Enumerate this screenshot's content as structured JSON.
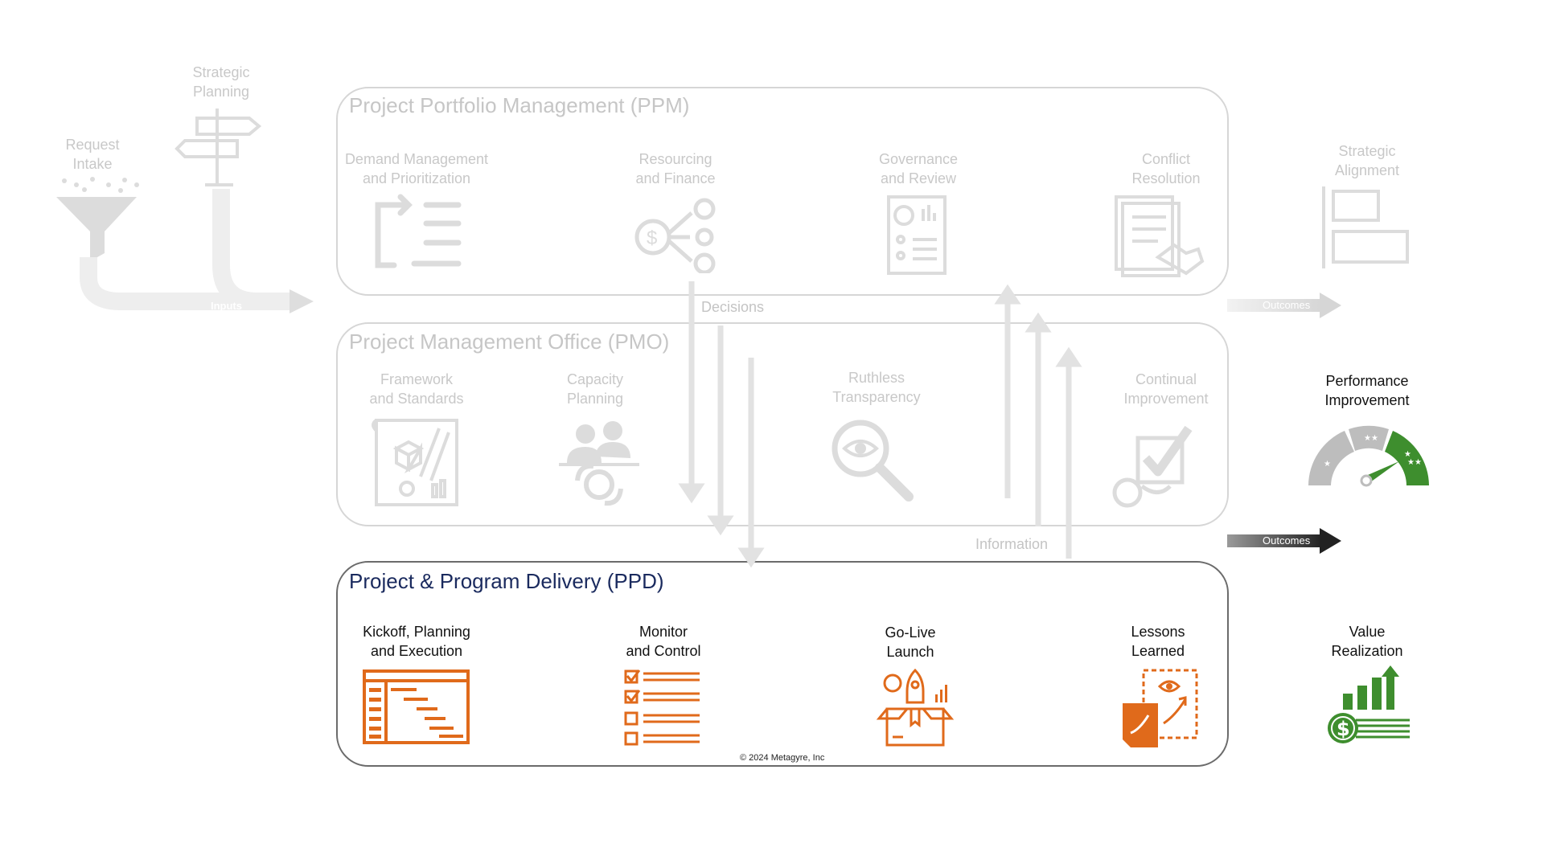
{
  "left": {
    "strategic_planning": "Strategic\nPlanning",
    "request_intake": "Request\nIntake",
    "inputs_label": "Inputs"
  },
  "ppm": {
    "title": "Project Portfolio Management (PPM)",
    "items": [
      {
        "label": "Demand Management\nand Prioritization",
        "icon": "list-arrow-icon"
      },
      {
        "label": "Resourcing\nand Finance",
        "icon": "dollar-network-icon"
      },
      {
        "label": "Governance\nand Review",
        "icon": "report-chart-icon"
      },
      {
        "label": "Conflict\nResolution",
        "icon": "handshake-document-icon"
      }
    ]
  },
  "pmo": {
    "title": "Project Management Office (PMO)",
    "items": [
      {
        "label": "Framework\nand Standards",
        "icon": "blueprint-icon"
      },
      {
        "label": "Capacity\nPlanning",
        "icon": "team-gear-icon"
      },
      {
        "label": "Ruthless\nTransparency",
        "icon": "magnifier-eye-icon"
      },
      {
        "label": "Continual\nImprovement",
        "icon": "checkbox-cycle-icon"
      }
    ]
  },
  "ppd": {
    "title": "Project & Program Delivery (PPD)",
    "items": [
      {
        "label": "Kickoff, Planning\nand Execution",
        "icon": "gantt-chart-icon"
      },
      {
        "label": "Monitor\nand Control",
        "icon": "checklist-icon"
      },
      {
        "label": "Go-Live\nLaunch",
        "icon": "rocket-box-icon"
      },
      {
        "label": "Lessons\nLearned",
        "icon": "notes-eye-icon"
      }
    ],
    "copyright": "© 2024 Metagyre, Inc"
  },
  "flows": {
    "decisions": "Decisions",
    "information": "Information",
    "outcomes_top": "Outcomes",
    "outcomes_bottom": "Outcomes"
  },
  "right": {
    "strategic_alignment": "Strategic\nAlignment",
    "performance_improvement": "Performance\nImprovement",
    "value_realization": "Value\nRealization"
  },
  "colors": {
    "orange": "#e06a1b",
    "green": "#3e8e2e",
    "navy": "#1a2a5e",
    "faded": "#c8c8c8"
  }
}
